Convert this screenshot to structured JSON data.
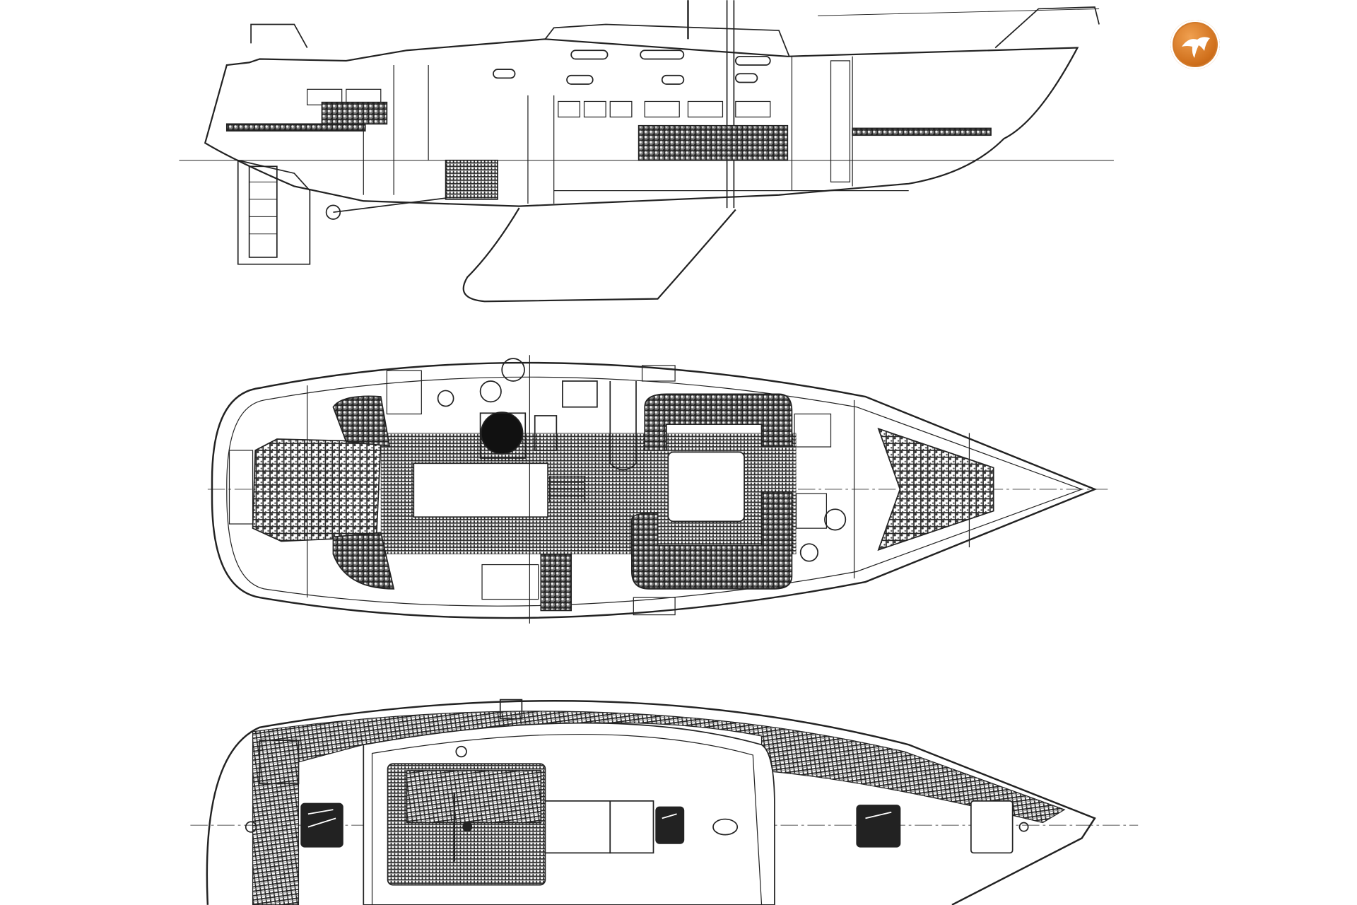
{
  "drawing": {
    "views": [
      "side-profile",
      "interior-layout",
      "deck-plan"
    ]
  },
  "logo": {
    "icon": "bird-icon",
    "color": "#d2721e"
  },
  "colors": {
    "line": "#222222",
    "background": "#ffffff"
  }
}
